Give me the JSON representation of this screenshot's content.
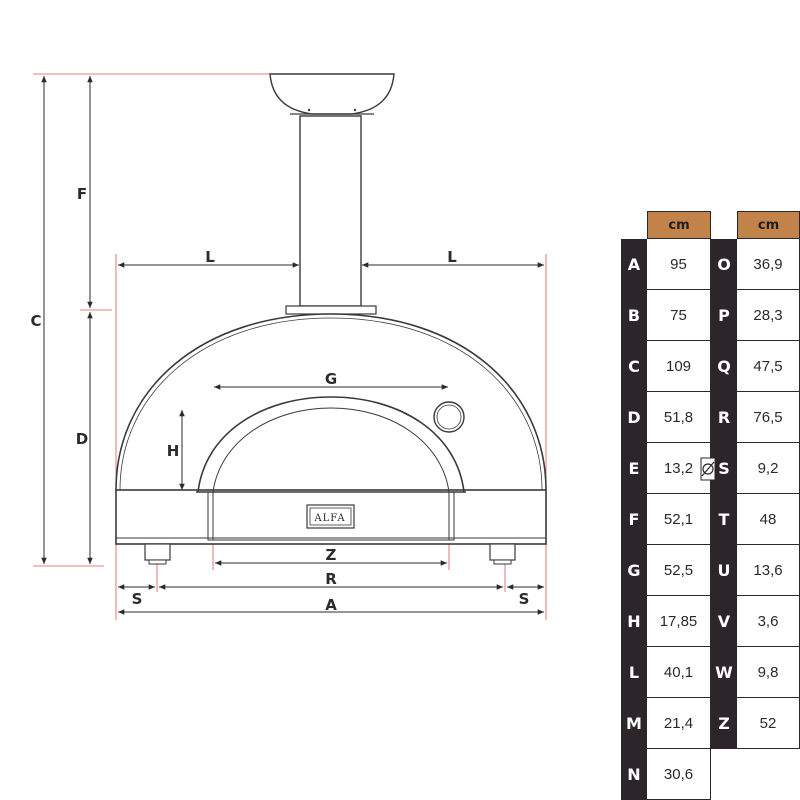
{
  "brand": "ALFA",
  "dimension_labels": {
    "C": "C",
    "F": "F",
    "D": "D",
    "L_left": "L",
    "L_right": "L",
    "G": "G",
    "H": "H",
    "Z": "Z",
    "R": "R",
    "S_left": "S",
    "S_right": "S",
    "A": "A"
  },
  "table": {
    "unit_header_left": "cm",
    "unit_header_right": "cm",
    "left_rows": [
      {
        "letter": "A",
        "value": "95"
      },
      {
        "letter": "B",
        "value": "75"
      },
      {
        "letter": "C",
        "value": "109"
      },
      {
        "letter": "D",
        "value": "51,8"
      },
      {
        "letter": "E",
        "value": "13,2"
      },
      {
        "letter": "F",
        "value": "52,1"
      },
      {
        "letter": "G",
        "value": "52,5"
      },
      {
        "letter": "H",
        "value": "17,85"
      },
      {
        "letter": "L",
        "value": "40,1"
      },
      {
        "letter": "M",
        "value": "21,4"
      },
      {
        "letter": "N",
        "value": "30,6"
      }
    ],
    "right_rows": [
      {
        "letter": "O",
        "value": "36,9"
      },
      {
        "letter": "P",
        "value": "28,3"
      },
      {
        "letter": "Q",
        "value": "47,5"
      },
      {
        "letter": "R",
        "value": "76,5"
      },
      {
        "letter": "S",
        "value": "9,2"
      },
      {
        "letter": "T",
        "value": "48"
      },
      {
        "letter": "U",
        "value": "13,6"
      },
      {
        "letter": "V",
        "value": "3,6"
      },
      {
        "letter": "W",
        "value": "9,8"
      },
      {
        "letter": "Z",
        "value": "52"
      }
    ]
  },
  "colors": {
    "header_bg": "#c2834a",
    "letter_bar": "#2c262a",
    "dimension_line": "#e05555",
    "outline": "#3a3a3a"
  }
}
